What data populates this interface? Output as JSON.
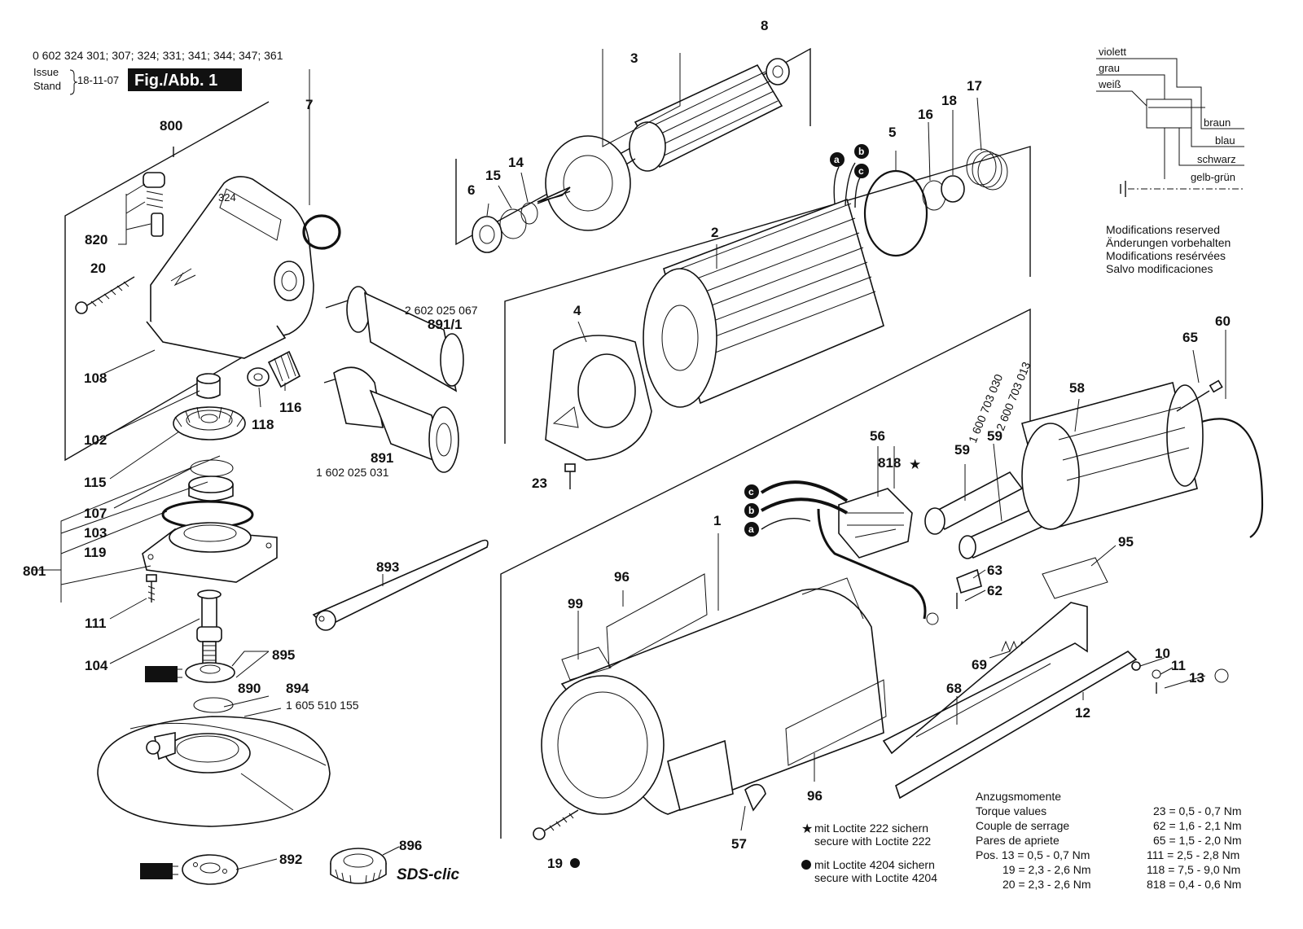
{
  "header": {
    "model_numbers": "0 602 324 301; 307; 324; 331; 341; 344; 347; 361",
    "issue_label": "Issue",
    "stand_label": "Stand",
    "date": "18-11-07",
    "figure_label": "Fig./Abb. 1"
  },
  "part_labels": {
    "p800": "800",
    "p820": "820",
    "p20": "20",
    "p108": "108",
    "p102": "102",
    "p115": "115",
    "p107": "107",
    "p103": "103",
    "p119": "119",
    "p801": "801",
    "p111": "111",
    "p104": "104",
    "p895": "895",
    "p890": "890",
    "p894": "894",
    "p892": "892",
    "p896": "896",
    "p7": "7",
    "p118": "118",
    "p116": "116",
    "p891_1": "891/1",
    "p891": "891",
    "p893": "893",
    "p3": "3",
    "p8": "8",
    "p6": "6",
    "p15": "15",
    "p14": "14",
    "p5": "5",
    "p16": "16",
    "p18": "18",
    "p17": "17",
    "p2": "2",
    "p4": "4",
    "p23": "23",
    "p56": "56",
    "p818": "818",
    "p59a": "59",
    "p59b": "59",
    "p58": "58",
    "p60": "60",
    "p65": "65",
    "p95": "95",
    "p63": "63",
    "p62": "62",
    "p1": "1",
    "p96a": "96",
    "p96b": "96",
    "p99": "99",
    "p69": "69",
    "p68": "68",
    "p10": "10",
    "p11": "11",
    "p13": "13",
    "p12": "12",
    "p19": "19",
    "p57": "57"
  },
  "part_numbers": {
    "handle_891_1": "2 602 025 067",
    "handle_891": "1 602 025 031",
    "guard_894": "1 605 510 155",
    "cable_a": "1 600 703 030",
    "cable_b": "2 600 703 013",
    "sds": "SDS-clic",
    "housing_mark": "324"
  },
  "wire_markers": {
    "a": "a",
    "b": "b",
    "c": "c"
  },
  "wiring_legend": [
    "violett",
    "grau",
    "weiß",
    "braun",
    "blau",
    "schwarz",
    "gelb-grün"
  ],
  "modifications": [
    "Modifications reserved",
    "Änderungen vorbehalten",
    "Modifications resérvées",
    "Salvo modificaciones"
  ],
  "loctite_notes": {
    "star_de": "mit Loctite 222 sichern",
    "star_en": "secure with Loctite 222",
    "dot_de": "mit Loctite 4204 sichern",
    "dot_en": "secure with Loctite 4204"
  },
  "torque": {
    "title_lines": [
      "Anzugsmomente",
      "Torque values",
      "Couple de serrage",
      "Pares de apriete"
    ],
    "left_rows": [
      "Pos. 13 = 0,5 - 0,7 Nm",
      "19 = 2,3 - 2,6 Nm",
      "20 = 2,3 - 2,6 Nm"
    ],
    "right_rows": [
      "23 = 0,5 - 0,7 Nm",
      "62 = 1,6 - 2,1 Nm",
      "65 = 1,5 - 2,0 Nm",
      "111 = 2,5 - 2,8 Nm",
      "118 = 7,5 - 9,0 Nm",
      "818 = 0,4 - 0,6 Nm"
    ]
  }
}
